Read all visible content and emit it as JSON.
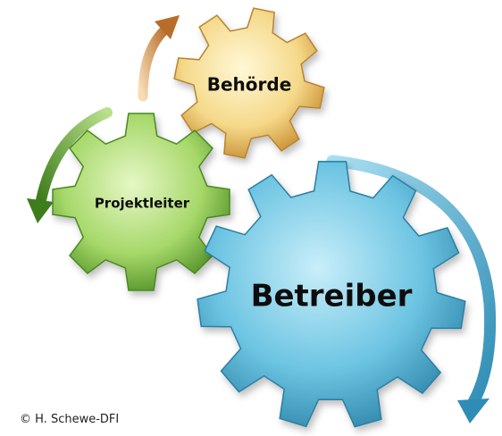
{
  "gears": [
    {
      "id": "behoerde",
      "label": "Behörde",
      "color_light": "#fff8d6",
      "color_mid": "#f5d98a",
      "color_dark": "#c78a2e",
      "teeth": 8
    },
    {
      "id": "projektleiter",
      "label": "Projektleiter",
      "color_light": "#e6f7c6",
      "color_mid": "#a7d86a",
      "color_dark": "#4f8f24",
      "teeth": 8
    },
    {
      "id": "betreiber",
      "label": "Betreiber",
      "color_light": "#c9eef9",
      "color_mid": "#6cc4e2",
      "color_dark": "#2f86ab",
      "teeth": 11
    }
  ],
  "arrows": [
    {
      "id": "arrow-orange",
      "color_light": "#f7dcb5",
      "color_dark": "#b86d2a"
    },
    {
      "id": "arrow-green",
      "color_light": "#b9e08c",
      "color_dark": "#3e7d1b"
    },
    {
      "id": "arrow-blue",
      "color_light": "#a9dff2",
      "color_dark": "#2f8db5"
    }
  ],
  "copyright": "© H. Schewe-DFI"
}
